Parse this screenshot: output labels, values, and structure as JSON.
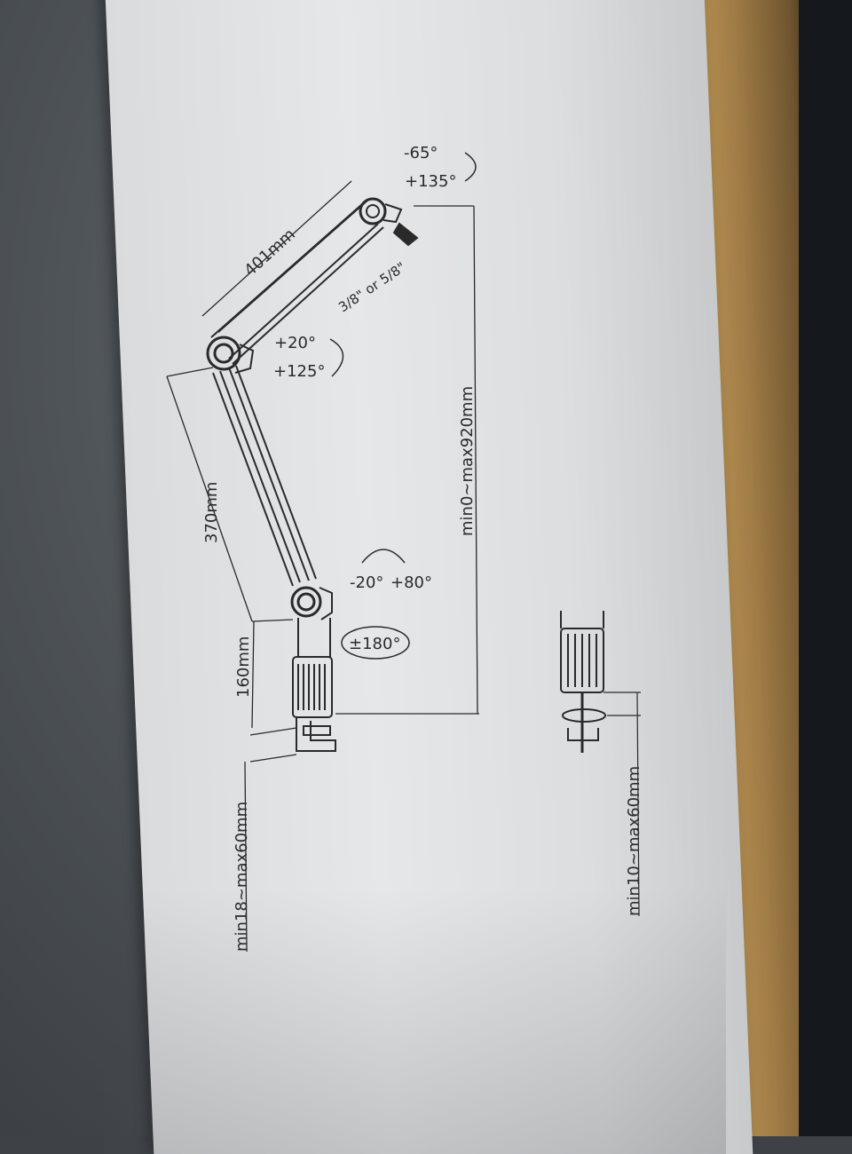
{
  "photo": {
    "subject": "boom-arm-box",
    "box_color": "#e3e4e5",
    "line_color": "#2a2a2a",
    "edge_color": "#a88548"
  },
  "diagram": {
    "angle_top_minus": "-65°",
    "angle_top_plus": "+135°",
    "arm_upper_length": "401mm",
    "thread_size": "3/8\" or 5/8\"",
    "angle_elbow_plus_small": "+20°",
    "angle_elbow_plus_large": "+125°",
    "height_range": "min0~max920mm",
    "arm_lower_length": "370mm",
    "angle_base_minus": "-20°",
    "angle_base_plus": "+80°",
    "rotation": "±180°",
    "post_height": "160mm",
    "clamp_range": "min18~max60mm",
    "grommet_range": "min10~max60mm"
  }
}
